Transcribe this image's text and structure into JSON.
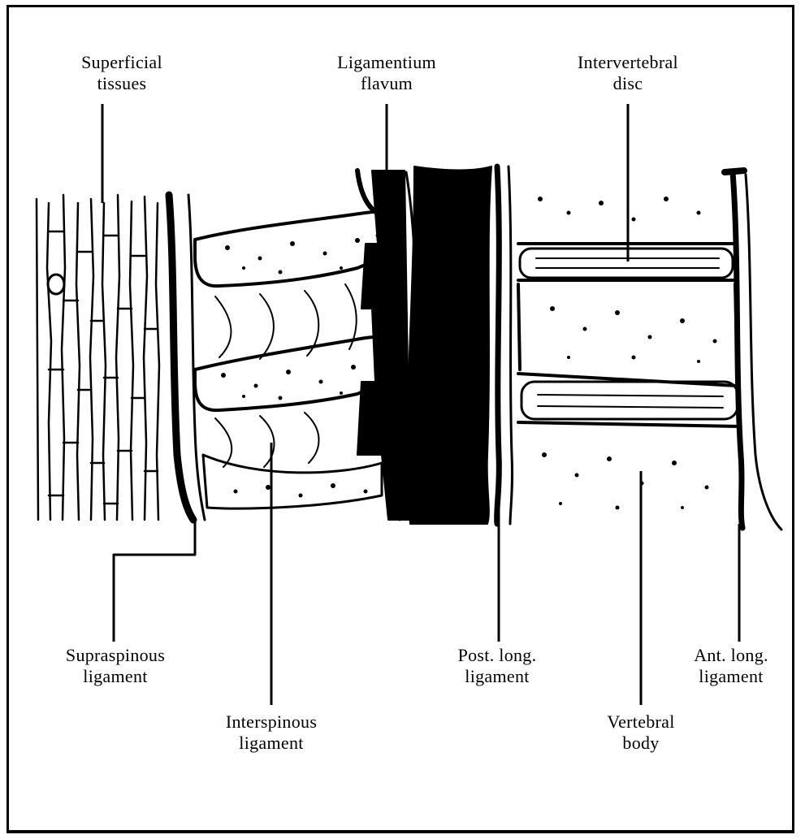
{
  "colors": {
    "ink": "#000000",
    "paper": "#ffffff"
  },
  "labels": {
    "superficial_tissues": {
      "line1": "Superficial",
      "line2": "tissues"
    },
    "ligamentum_flavum": {
      "line1": "Ligamentium",
      "line2": "flavum"
    },
    "intervertebral_disc": {
      "line1": "Intervertebral",
      "line2": "disc"
    },
    "supraspinous_ligament": {
      "line1": "Supraspinous",
      "line2": "ligament"
    },
    "interspinous_ligament": {
      "line1": "Interspinous",
      "line2": "ligament"
    },
    "post_long_ligament": {
      "line1": "Post. long.",
      "line2": "ligament"
    },
    "ant_long_ligament": {
      "line1": "Ant. long.",
      "line2": "ligament"
    },
    "vertebral_body": {
      "line1": "Vertebral",
      "line2": "body"
    }
  }
}
